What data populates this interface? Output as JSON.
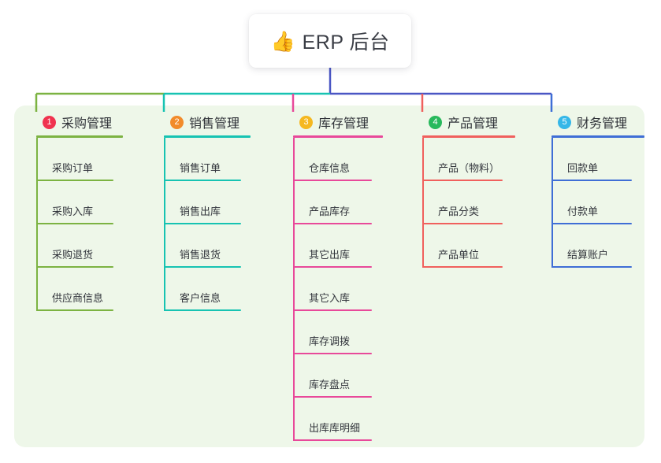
{
  "diagram": {
    "type": "mindmap",
    "background_color": "#ffffff",
    "panel_color": "#eef7e9",
    "root": {
      "label": "ERP 后台",
      "icon": "thumbs-up-emoji",
      "icon_glyph": "👍",
      "connector_color": "#4a56c4"
    },
    "branches": [
      {
        "index": "1",
        "title": "采购管理",
        "color": "#7cb342",
        "badge_color": "#f0334f",
        "children": [
          "采购订单",
          "采购入库",
          "采购退货",
          "供应商信息"
        ]
      },
      {
        "index": "2",
        "title": "销售管理",
        "color": "#17c3b2",
        "badge_color": "#f28b2b",
        "children": [
          "销售订单",
          "销售出库",
          "销售退货",
          "客户信息"
        ]
      },
      {
        "index": "3",
        "title": "库存管理",
        "color": "#e8499a",
        "badge_color": "#f5b820",
        "children": [
          "仓库信息",
          "产品库存",
          "其它出库",
          "其它入库",
          "库存调拨",
          "库存盘点",
          "出库库明细"
        ]
      },
      {
        "index": "4",
        "title": "产品管理",
        "color": "#f0605d",
        "badge_color": "#28b95c",
        "children": [
          "产品（物料）",
          "产品分类",
          "产品单位"
        ]
      },
      {
        "index": "5",
        "title": "财务管理",
        "color": "#3f6ed6",
        "badge_color": "#35b7e8",
        "children": [
          "回款单",
          "付款单",
          "结算账户"
        ]
      }
    ]
  }
}
